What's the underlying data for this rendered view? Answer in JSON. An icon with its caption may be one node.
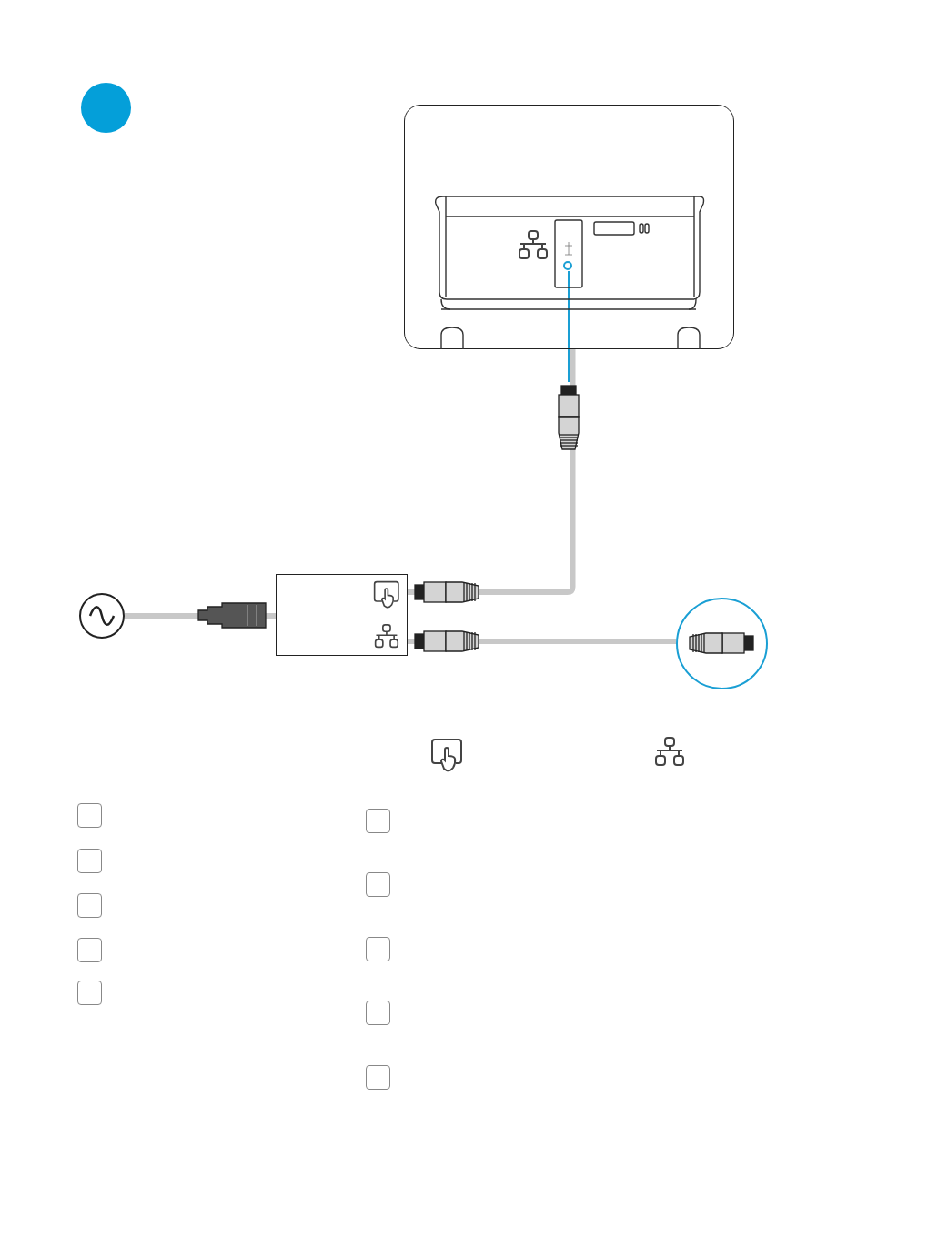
{
  "diagram": {
    "nodes": [
      {
        "text": [],
        "shape": "circle"
      },
      {
        "text": [],
        "shape": "box"
      },
      {
        "text": [],
        "shape": "box"
      },
      {
        "text": [],
        "shape": "circle"
      },
      {
        "text": [],
        "shape": "circle",
        "in": 2
      }
    ],
    "edges": [
      {
        "from": 0,
        "to": 1,
        "arrow": "none"
      },
      {
        "from": 1,
        "to": 2,
        "arrow": "none"
      },
      {
        "from": 1,
        "to": 3,
        "arrow": "none"
      },
      {
        "from": 4,
        "to": null,
        "arrow": "none",
        "color": "#1a9fd4"
      }
    ]
  }
}
